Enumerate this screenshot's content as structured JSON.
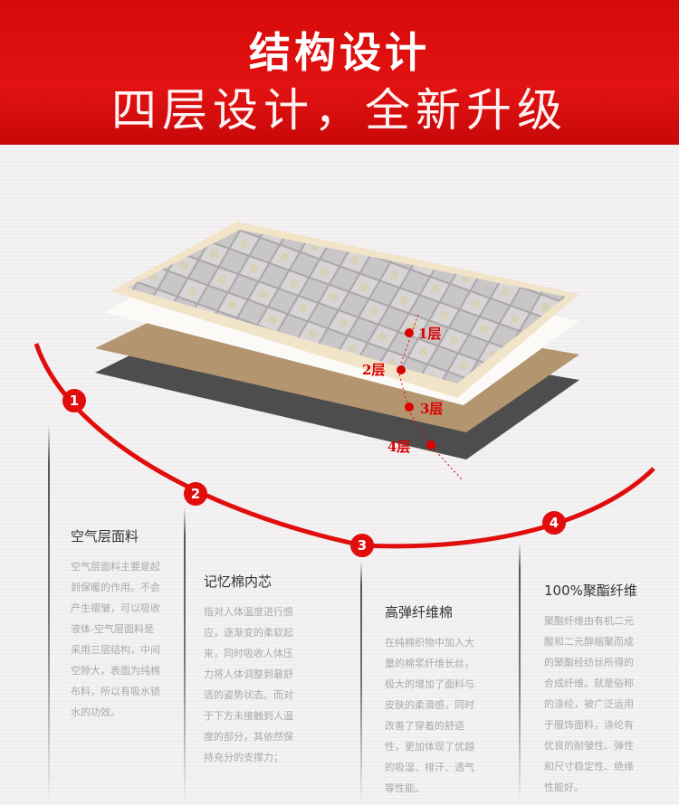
{
  "header": {
    "title": "结构设计",
    "subtitle": "四层设计，全新升级"
  },
  "layers": [
    "1层",
    "2层",
    "3层",
    "4层"
  ],
  "steps": [
    "1",
    "2",
    "3",
    "4"
  ],
  "columns": [
    {
      "title": "空气层面料",
      "desc": "空气层面料主要是起到保暖的作用。不会产生褶皱，可以吸收液体-空气层面料是采用三层结构，中间空隙大，表面为纯棉布料，所以有吸水锁水的功效。"
    },
    {
      "title": "记忆棉内芯",
      "desc": "指对人体温度进行感应，逐渐变的柔软起来，同时吸收人体压力将人体调整到最舒适的姿势状态。而对于下方未接触到人温度的部分，其依然保持充分的支撑力；"
    },
    {
      "title": "高弹纤维棉",
      "desc": "在纯棉织物中加入大量的棉浆纤维长丝，极大的增加了面料与皮肤的柔滑感，同时改善了穿着的舒适性，更加体现了优越的吸湿、排汗、透气等性能。"
    },
    {
      "title": "100%聚酯纤维",
      "desc": "聚酯纤维由有机二元酸和二元醇缩聚而成的聚酯经纺丝所得的合成纤维。就是俗称的涤纶，被广泛运用于服饰面料，涤纶有优良的耐皱性、弹性和尺寸稳定性、绝缘性能好。"
    }
  ],
  "colors": {
    "red": "#e10d0d",
    "beige": "#f2e6cc",
    "brown": "#b0936a",
    "dark": "#4a4a4a"
  }
}
